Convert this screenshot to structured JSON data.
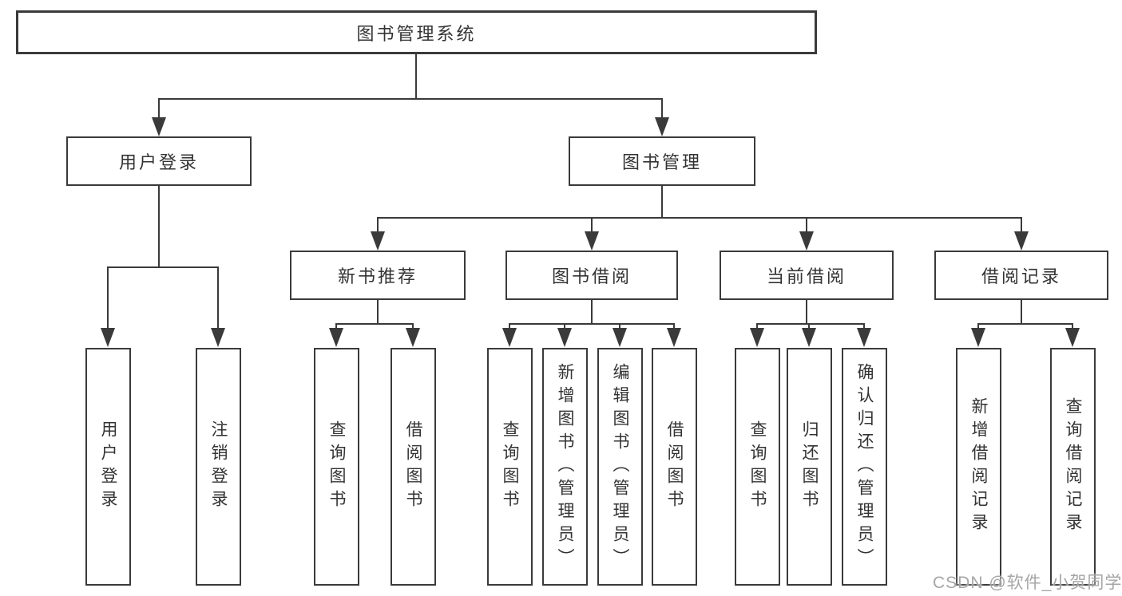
{
  "tree": {
    "label": "图书管理系统",
    "children": [
      {
        "label": "用户登录",
        "children": [
          {
            "label": "用户登录"
          },
          {
            "label": "注销登录"
          }
        ]
      },
      {
        "label": "图书管理",
        "children": [
          {
            "label": "新书推荐",
            "children": [
              {
                "label": "查询图书"
              },
              {
                "label": "借阅图书"
              }
            ]
          },
          {
            "label": "图书借阅",
            "children": [
              {
                "label": "查询图书"
              },
              {
                "label": "新增图书（管理员）"
              },
              {
                "label": "编辑图书（管理员）"
              },
              {
                "label": "借阅图书"
              }
            ]
          },
          {
            "label": "当前借阅",
            "children": [
              {
                "label": "查询图书"
              },
              {
                "label": "归还图书"
              },
              {
                "label": "确认归还（管理员）"
              }
            ]
          },
          {
            "label": "借阅记录",
            "children": [
              {
                "label": "新增借阅记录"
              },
              {
                "label": "查询借阅记录"
              }
            ]
          }
        ]
      }
    ]
  },
  "watermark": {
    "text": "CSDN @软件_小贺同学"
  },
  "colors": {
    "line": "#3a3a3a",
    "text": "#333333",
    "background": "#ffffff",
    "watermark": "#a6a6a6"
  }
}
